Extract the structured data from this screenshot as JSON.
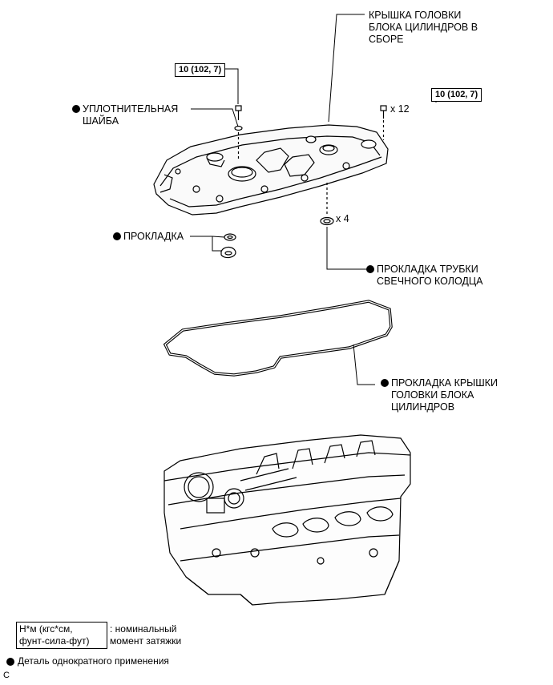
{
  "labels": {
    "cover_assembly": [
      "КРЫШКА ГОЛОВКИ",
      "БЛОКА ЦИЛИНДРОВ В",
      "СБОРЕ"
    ],
    "seal_washer": [
      "УПЛОТНИТЕЛЬНАЯ",
      "ШАЙБА"
    ],
    "gasket": "ПРОКЛАДКА",
    "plug_tube_gasket": [
      "ПРОКЛАДКА ТРУБКИ",
      "СВЕЧНОГО КОЛОДЦА"
    ],
    "cover_gasket": [
      "ПРОКЛАДКА КРЫШКИ",
      "ГОЛОВКИ БЛОКА",
      "ЦИЛИНДРОВ"
    ]
  },
  "torque_specs": [
    "10 (102, 7)",
    "10 (102, 7)"
  ],
  "quantities": [
    "x 12",
    "x 4"
  ],
  "legend": {
    "units": [
      "Н*м (кгс*см,",
      "фунт-сила-фут)"
    ],
    "units_desc": [
      ": номинальный",
      "момент затяжки"
    ],
    "single_use": "Деталь однократного применения"
  },
  "corner_mark": "C"
}
